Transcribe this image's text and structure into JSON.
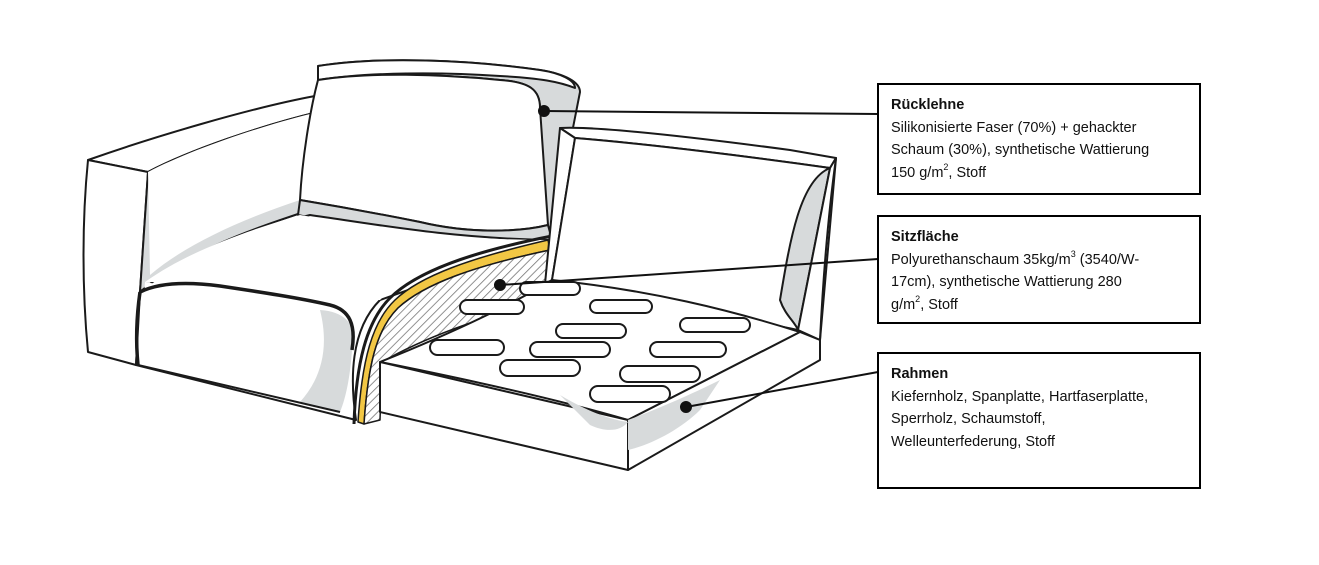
{
  "callouts": {
    "back": {
      "title": "Rücklehne",
      "line1": "Silikonisierte Faser (70%) + gehackter",
      "line2": "Schaum (30%), synthetische Wattierung",
      "line3_pre": "150 g/m",
      "line3_sup": "2",
      "line3_post": ", Stoff"
    },
    "seat": {
      "title": "Sitzfläche",
      "line1_pre": "Polyurethanschaum 35kg/m",
      "line1_sup": "3",
      "line1_post": " (3540/W-",
      "line2": "17cm), synthetische Wattierung 280",
      "line3_pre": "g/m",
      "line3_sup": "2",
      "line3_post": ", Stoff"
    },
    "frame": {
      "title": "Rahmen",
      "line1": "Kiefernholz, Spanplatte, Hartfaserplatte,",
      "line2": "Sperrholz, Schaumstoff,",
      "line3": "Welleunterfederung, Stoff"
    }
  },
  "colors": {
    "outline": "#1a1a1a",
    "shade": "#d7dadb",
    "foam_layer": "#f2c744",
    "background": "#ffffff"
  }
}
